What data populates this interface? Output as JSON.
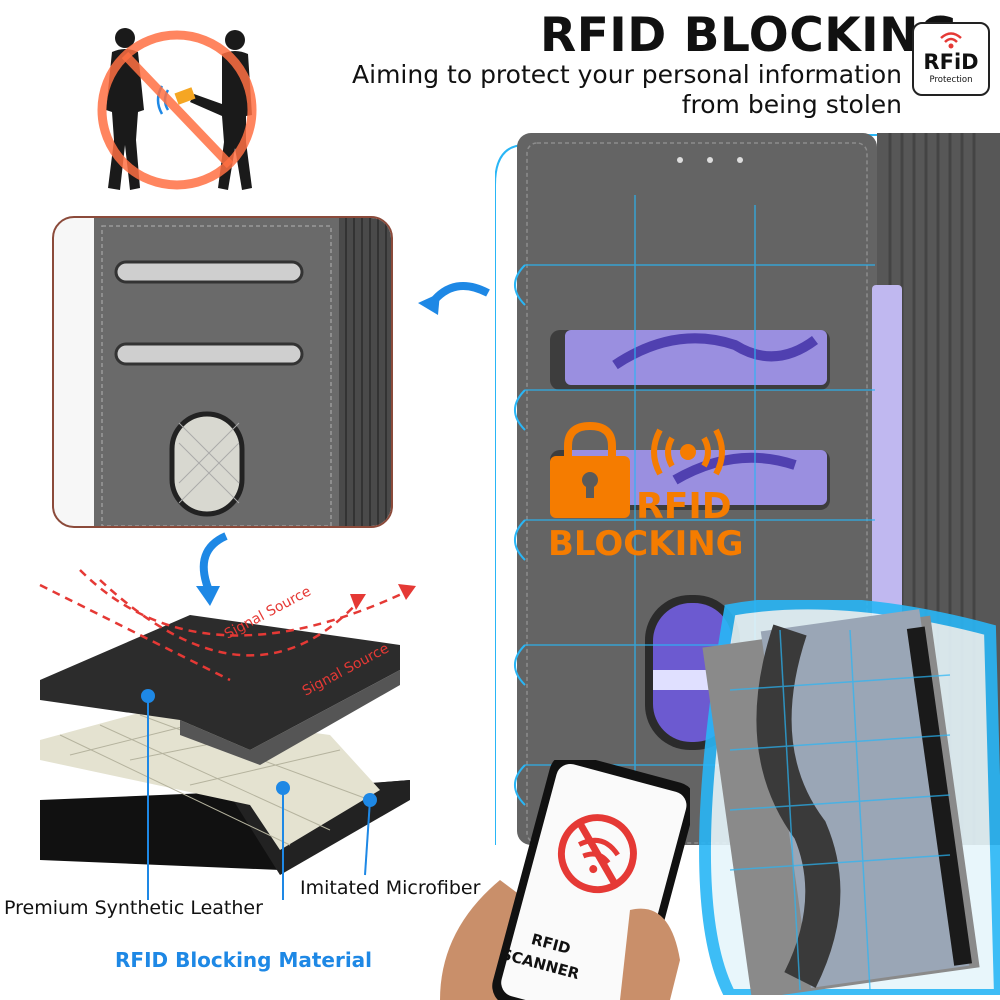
{
  "header": {
    "title": "RFID BLOCKING",
    "subtitle_line1": "Aiming to protect your personal information",
    "subtitle_line2": "from being stolen"
  },
  "badge": {
    "word": "RFiD",
    "small": "Protection"
  },
  "overlay": {
    "line1": "RFID",
    "line2": "BLOCKING"
  },
  "signals": {
    "label1": "Signal Source",
    "label2": "Signal Source"
  },
  "layers": {
    "premium": "Premium Synthetic Leather",
    "microfiber": "Imitated Microfiber",
    "rfid_material": "RFID Blocking Material"
  },
  "phone": {
    "scanner_line1": "RFID",
    "scanner_line2": "SCANNER"
  },
  "colors": {
    "accent_blue": "#1e88e5",
    "warning_orange": "#f57c00",
    "signal_red": "#e53935",
    "leather_gray": "#6b6b6b"
  }
}
